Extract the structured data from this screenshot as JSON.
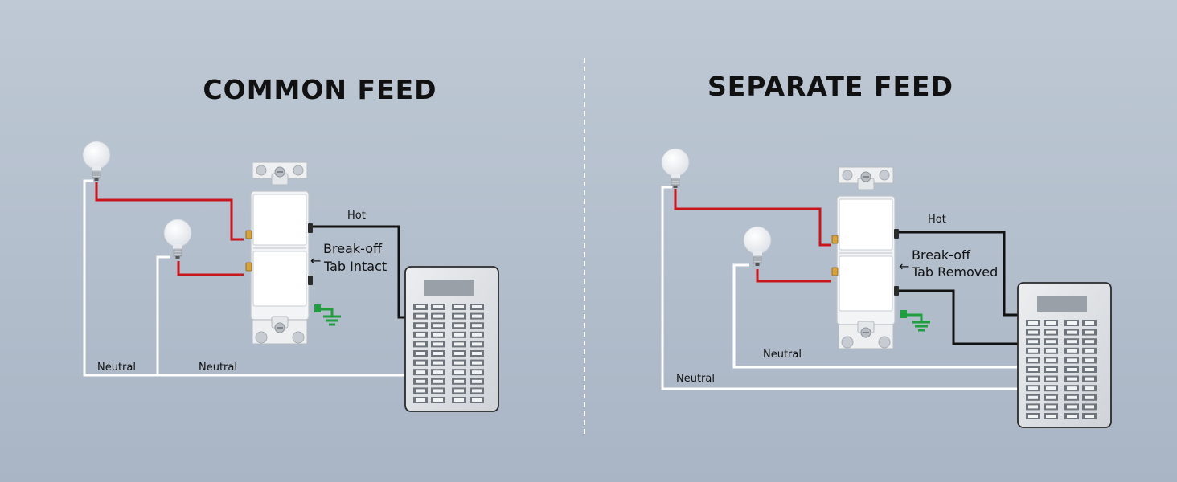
{
  "left": {
    "title": "COMMON FEED",
    "hot_label": "Hot",
    "tab_label_line1": "Break-off",
    "tab_label_line2": "Tab Intact",
    "neutral_label_1": "Neutral",
    "neutral_label_2": "Neutral"
  },
  "right": {
    "title": "SEPARATE FEED",
    "hot_label": "Hot",
    "tab_label_line1": "Break-off",
    "tab_label_line2": "Tab Removed",
    "neutral_label_1": "Neutral",
    "neutral_label_2": "Neutral"
  },
  "colors": {
    "background_top": "#bcc6d3",
    "background_bottom": "#a8b4c4",
    "load_wire": "#c8161d",
    "hot_wire": "#111111",
    "neutral_wire": "#ffffff",
    "ground": "#1e9e3c"
  }
}
